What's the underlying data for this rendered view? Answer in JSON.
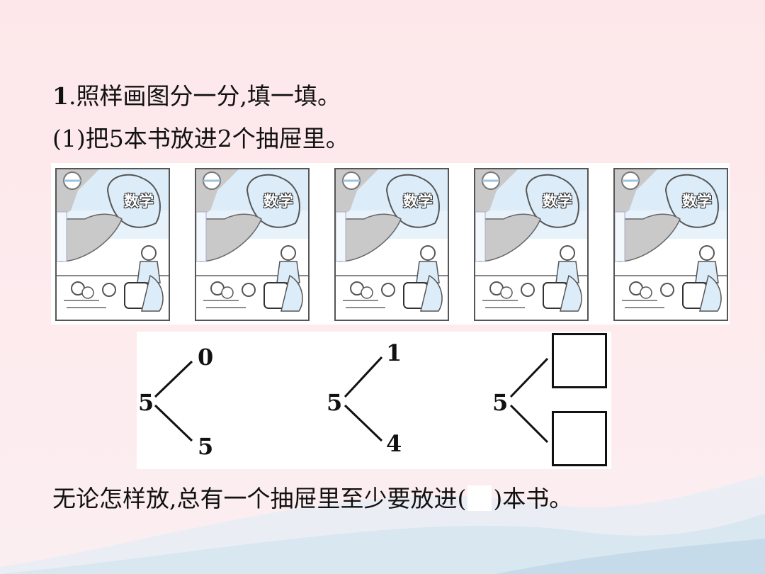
{
  "question": {
    "number": "1",
    "title": ".照样画图分一分,填一填。",
    "sub": "(1)把5本书放进2个抽屉里。"
  },
  "books": [
    {
      "label": "数学"
    },
    {
      "label": "数学"
    },
    {
      "label": "数学"
    },
    {
      "label": "数学"
    },
    {
      "label": "数学"
    }
  ],
  "decompositions": [
    {
      "total": "5",
      "top": "0",
      "bottom": "5"
    },
    {
      "total": "5",
      "top": "1",
      "bottom": "4"
    },
    {
      "total": "5",
      "top": "",
      "bottom": ""
    }
  ],
  "conclusion": {
    "before": "无论怎样放,总有一个抽屉里至少要放进(",
    "after": ")本书。"
  },
  "colors": {
    "background": "#fde7ea",
    "wave": "#dbe9f2",
    "book_cover": "#dcecf8",
    "book_gray": "#c9c9c9"
  }
}
